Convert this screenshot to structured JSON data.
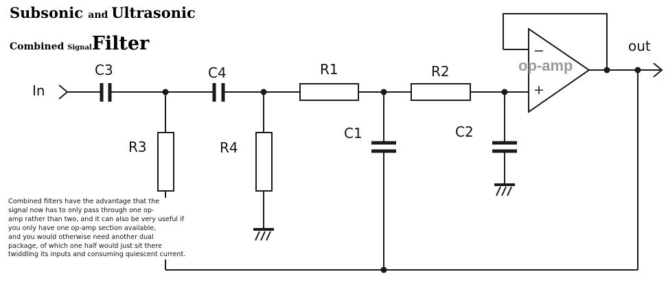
{
  "title": {
    "line1": [
      {
        "text": "Subsonic ",
        "size": "big"
      },
      {
        "text": "and ",
        "size": "small"
      },
      {
        "text": "Ultrasonic",
        "size": "big"
      }
    ],
    "line2": [
      {
        "text": "Combined ",
        "size": "small"
      },
      {
        "text": "Signal",
        "size": "tiny"
      },
      {
        "text": "Filter",
        "size": "huge"
      }
    ]
  },
  "labels": {
    "in": "In",
    "out": "out",
    "c3": "C3",
    "c4": "C4",
    "r1": "R1",
    "r2": "R2",
    "r3": "R3",
    "r4": "R4",
    "c1": "C1",
    "c2": "C2",
    "opamp": "op-amp",
    "minus": "−",
    "plus": "+"
  },
  "note_lines": [
    "Combined filters have the advantage that the",
    "signal now has to only pass through one op-",
    "amp rather than two, and it can also be very useful if",
    "you only have one op-amp section available,",
    "and you would otherwise need another dual",
    "package, of which one half would just sit there",
    " twiddling its inputs and consuming quiescent current."
  ],
  "colors": {
    "wire": "#1a1a1a",
    "opamp_label": "#9a9a9a",
    "background": "#ffffff"
  }
}
